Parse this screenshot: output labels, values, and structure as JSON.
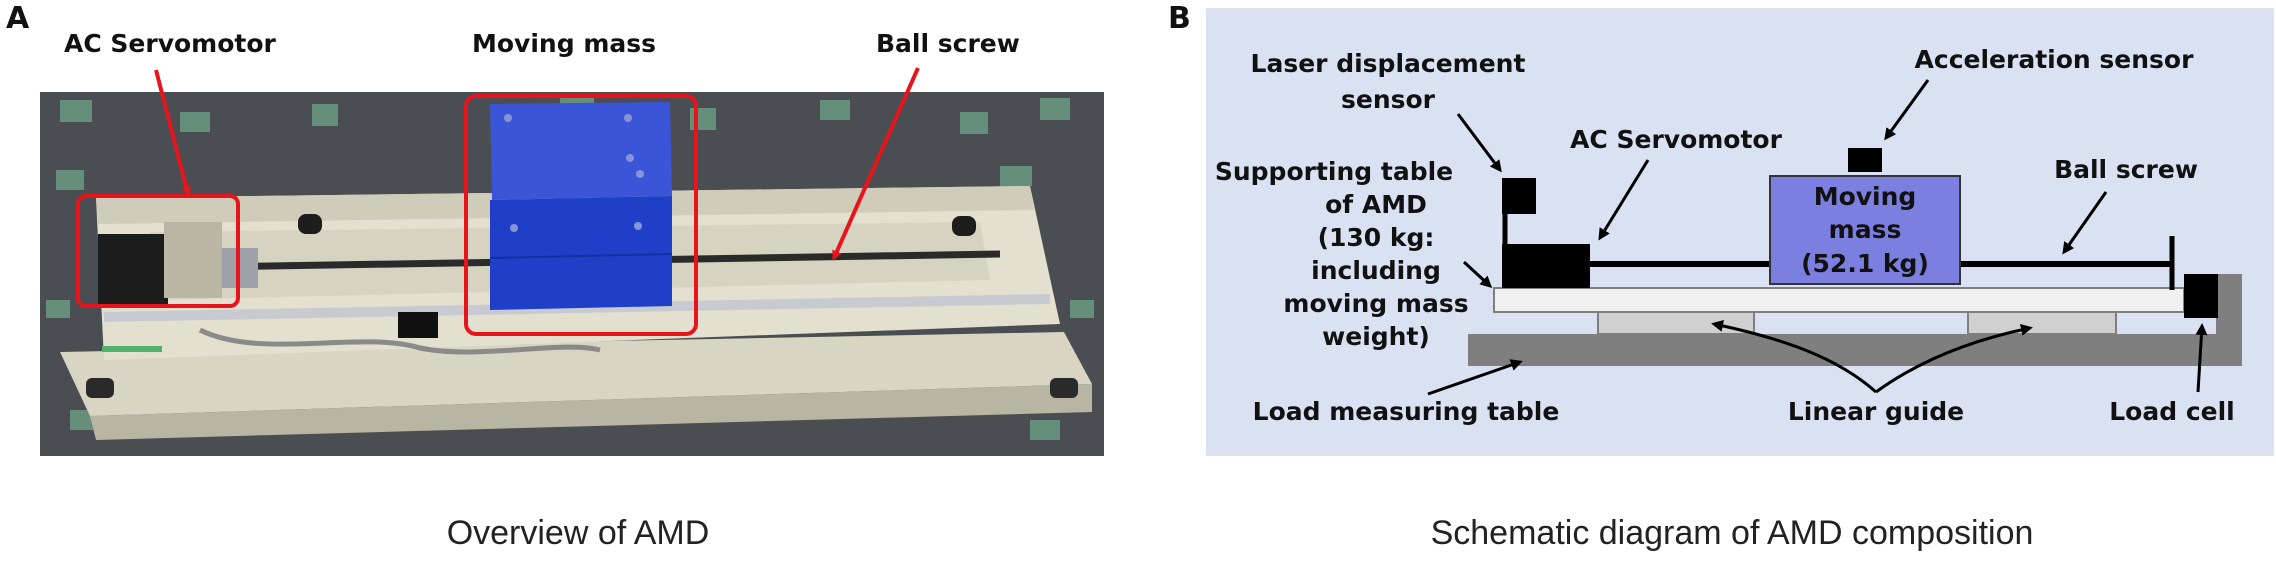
{
  "panel_a": {
    "letter": "A",
    "labels": {
      "ac_servomotor": "AC Servomotor",
      "moving_mass": "Moving mass",
      "ball_screw": "Ball screw"
    },
    "caption": "Overview of AMD",
    "colors": {
      "highlight": "#e8141b",
      "mass": "#1f3fc8",
      "base": "#e3e0cf",
      "floor": "#4a4d52"
    }
  },
  "panel_b": {
    "letter": "B",
    "labels": {
      "laser_1": "Laser displacement",
      "laser_2": "sensor",
      "acceleration_sensor": "Acceleration sensor",
      "ac_servomotor": "AC Servomotor",
      "ball_screw": "Ball screw",
      "support_1": "Supporting table",
      "support_2": "of AMD",
      "support_3": "(130 kg:",
      "support_4": "including",
      "support_5": "moving mass",
      "support_6": "weight)",
      "mass_1": "Moving",
      "mass_2": "mass",
      "mass_3": "(52.1 kg)",
      "load_measuring_table": "Load measuring table",
      "linear_guide": "Linear guide",
      "load_cell": "Load cell"
    },
    "caption": "Schematic diagram of AMD composition",
    "colors": {
      "background": "#d9e1f2",
      "mass": "#7b7fe0",
      "gray": "#7f7f7f",
      "table": "#f0f0f0"
    }
  }
}
